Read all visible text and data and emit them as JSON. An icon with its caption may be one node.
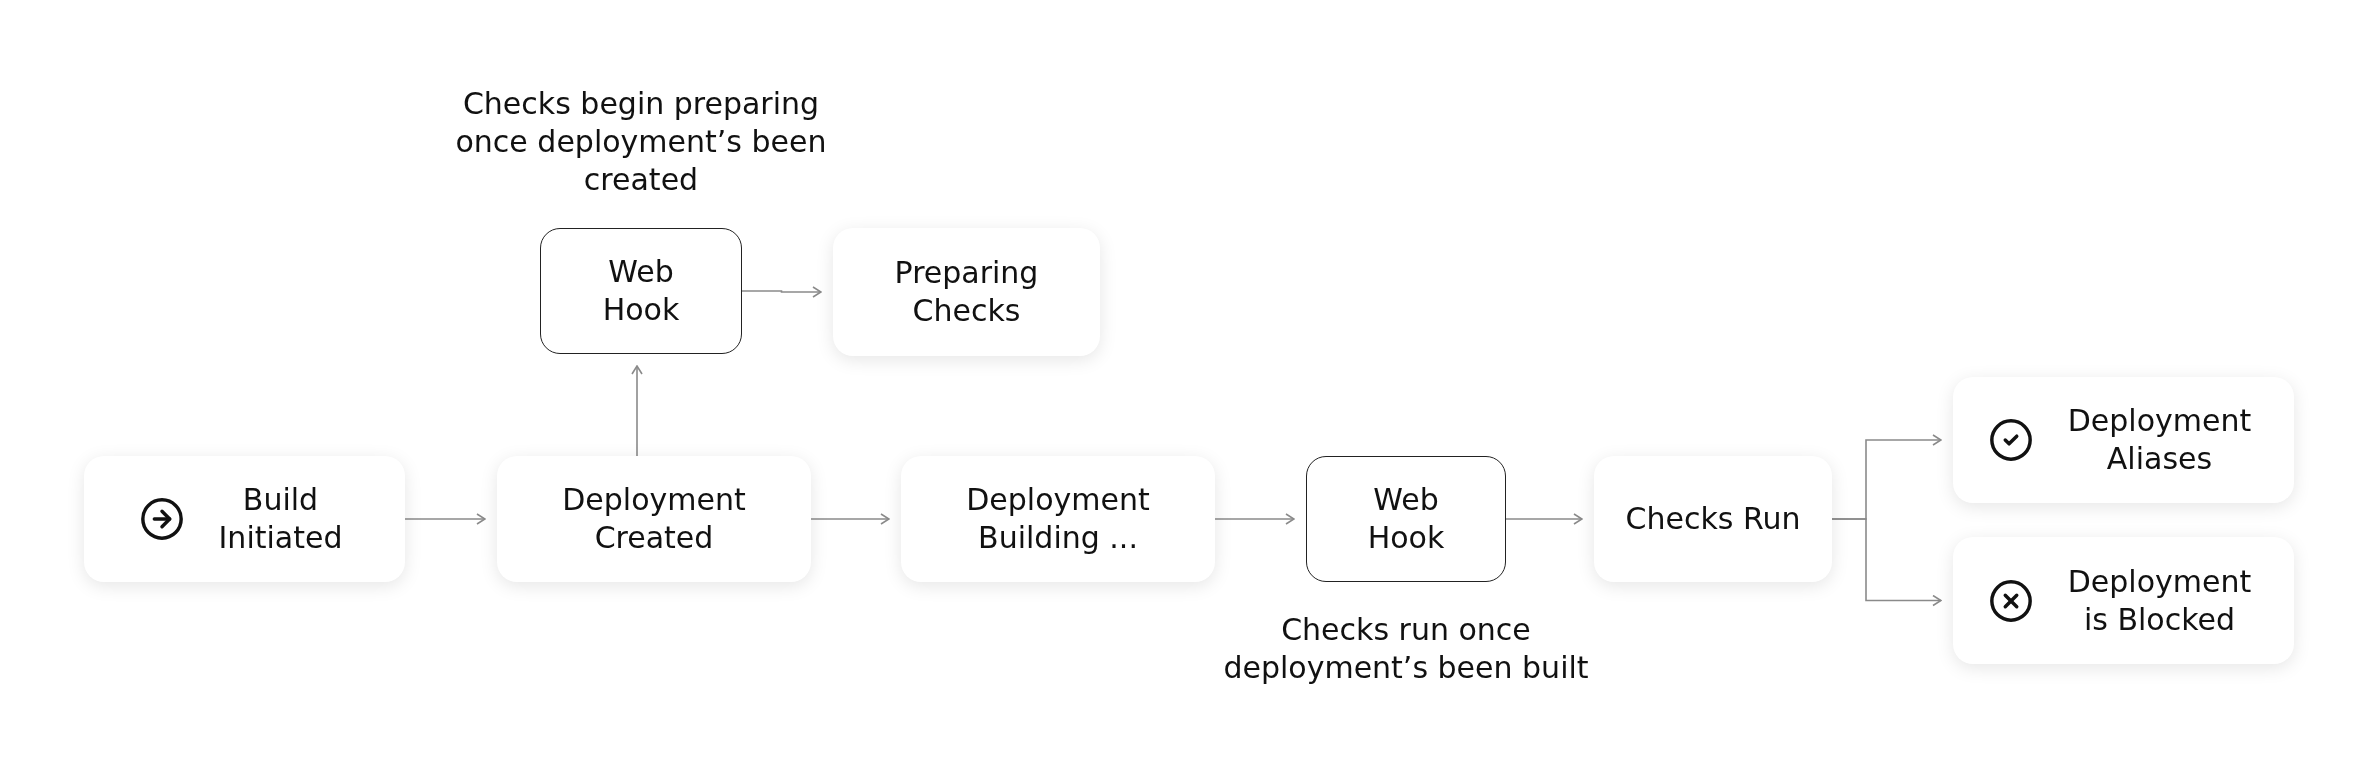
{
  "diagram": {
    "nodes": [
      {
        "text": [
          "Build Initiated"
        ]
      },
      {
        "text": [
          "Deployment Created"
        ]
      },
      {
        "text": [
          "Web Hook"
        ],
        "beside": [
          "Checks begin preparing once deployment’s been created"
        ]
      },
      {
        "text": [
          "Preparing Checks"
        ]
      },
      {
        "text": [
          "Deployment Building ..."
        ]
      },
      {
        "text": [
          "Web Hook"
        ],
        "beside": [
          "Checks run once deployment’s been built"
        ]
      },
      {
        "text": [
          "Checks Run"
        ]
      },
      {
        "text": [
          "Deployment Aliases"
        ]
      },
      {
        "text": [
          "Deployment is Blocked"
        ]
      }
    ],
    "edges": [
      {
        "from": 0,
        "to": 1,
        "arrow": "to"
      },
      {
        "from": 1,
        "to": 2,
        "arrow": "to"
      },
      {
        "from": 2,
        "to": 3,
        "arrow": "to"
      },
      {
        "from": 1,
        "to": 4,
        "arrow": "to"
      },
      {
        "from": 4,
        "to": 5,
        "arrow": "to"
      },
      {
        "from": 5,
        "to": 6,
        "arrow": "to"
      },
      {
        "from": 6,
        "to": 7,
        "arrow": "to"
      },
      {
        "from": 6,
        "to": 8,
        "arrow": "to"
      }
    ]
  }
}
